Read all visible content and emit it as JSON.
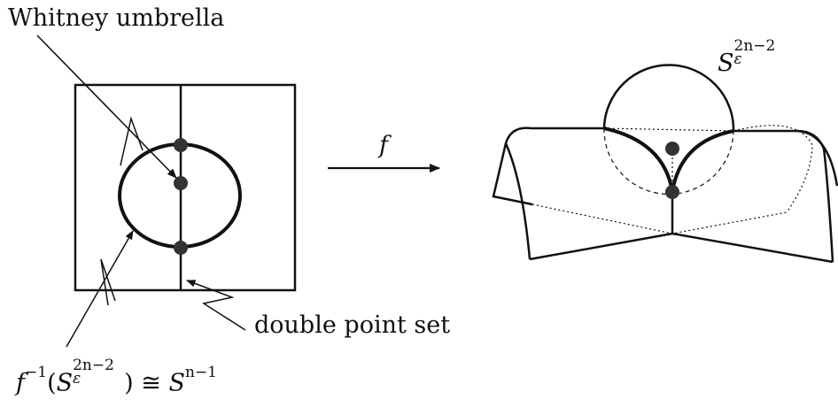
{
  "labels": {
    "whitney_umbrella": "Whitney umbrella",
    "map_f": "f",
    "double_point_set": "double point set",
    "preimage": {
      "f": "f",
      "inv_exp": "−1",
      "open": "(",
      "S": "S",
      "eps": "ε",
      "dim": "2n−2",
      "close": ")",
      "cong": "≅",
      "S2": "S",
      "dim2": "n−1"
    },
    "sphere": {
      "S": "S",
      "dim": "2n−2",
      "eps": "ε"
    }
  },
  "colors": {
    "stroke": "#111111",
    "dot": "#333333",
    "background": "#ffffff"
  }
}
